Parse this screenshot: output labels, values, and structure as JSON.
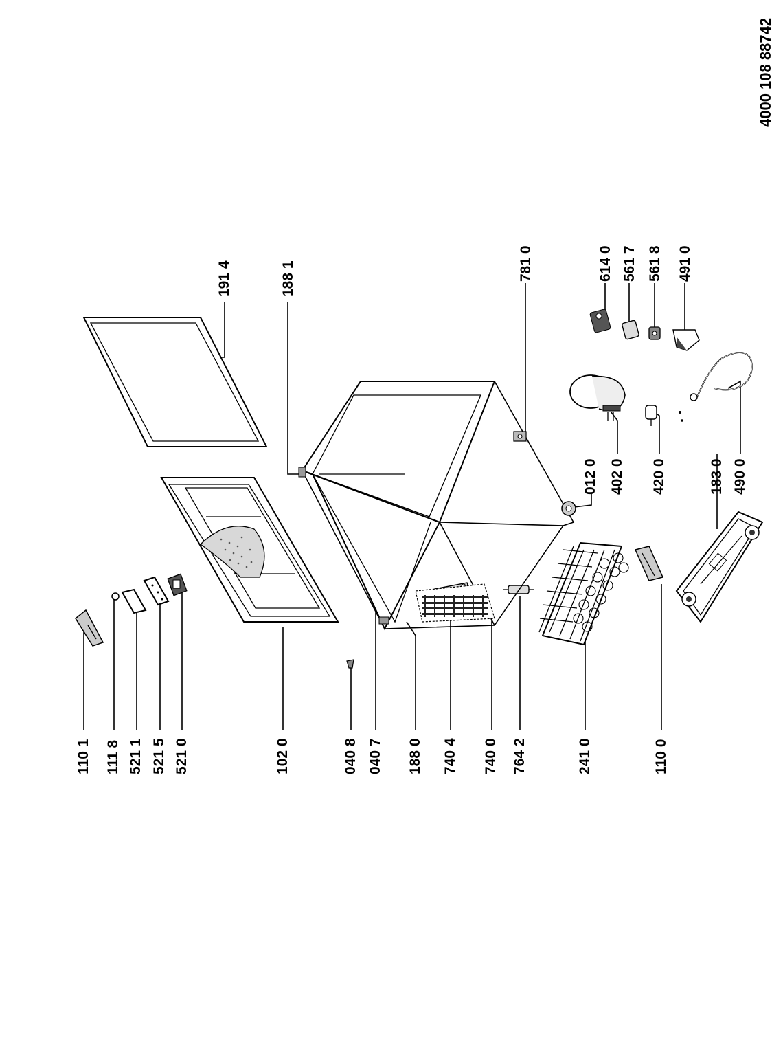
{
  "document_number": "4000 108 88742",
  "labels": {
    "l1101": "110 1",
    "l1118": "111 8",
    "l5211": "521 1",
    "l5215": "521 5",
    "l5210": "521 0",
    "l1020": "102 0",
    "l0408": "040 8",
    "l0407": "040 7",
    "l1880": "188 0",
    "l7404": "740 4",
    "l7400": "740 0",
    "l7642": "764 2",
    "l2410": "241 0",
    "l1100": "110 0",
    "l1914": "191 4",
    "l1881": "188 1",
    "l7810": "781 0",
    "l0120": "012 0",
    "l4020": "402 0",
    "l4200": "420 0",
    "l1830": "183 0",
    "l4900": "490 0",
    "l6140": "614 0",
    "l5617": "561 7",
    "l5618": "561 8",
    "l4910": "491 0"
  }
}
